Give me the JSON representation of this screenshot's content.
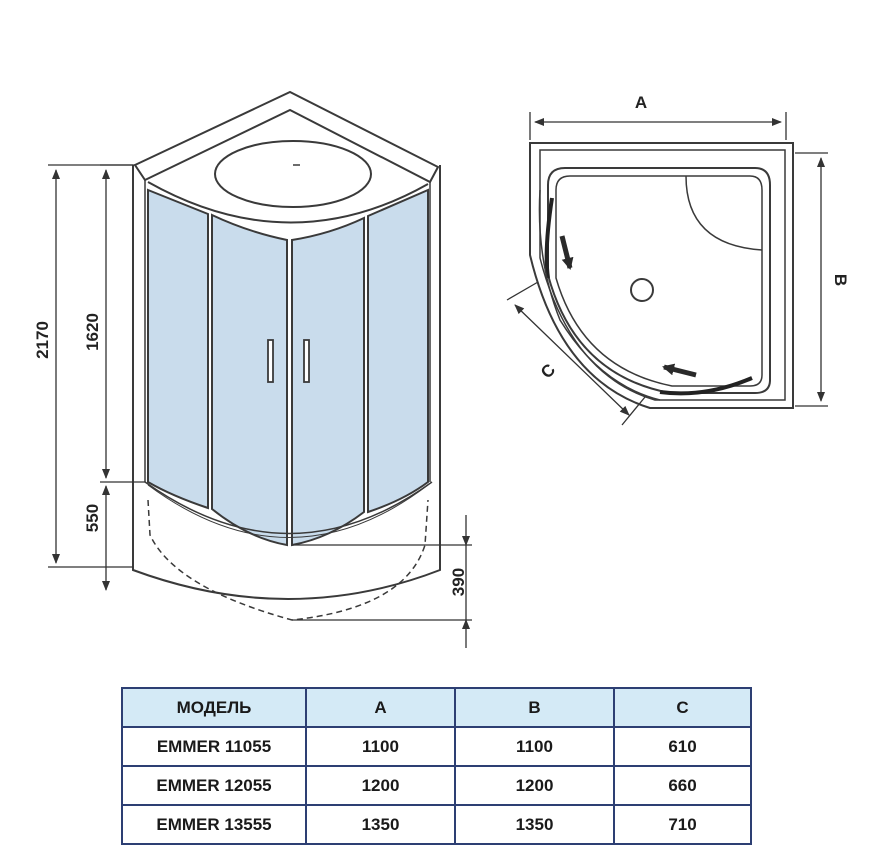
{
  "dimensions": {
    "total_height": "2170",
    "glass_height": "1620",
    "tray_height": "550",
    "tray_depth": "390"
  },
  "plan_labels": {
    "a": "A",
    "b": "B",
    "c": "C"
  },
  "table": {
    "headers": [
      "МОДЕЛЬ",
      "A",
      "B",
      "C"
    ],
    "rows": [
      [
        "EMMER 11055",
        "1100",
        "1100",
        "610"
      ],
      [
        "EMMER 12055",
        "1200",
        "1200",
        "660"
      ],
      [
        "EMMER 13555",
        "1350",
        "1350",
        "710"
      ]
    ]
  },
  "colors": {
    "glass": "#c9dcec",
    "line": "#3a3a3a",
    "table_header": "#d4eaf6",
    "table_border": "#2d3f73"
  },
  "icons": [
    "arrow-icon"
  ]
}
